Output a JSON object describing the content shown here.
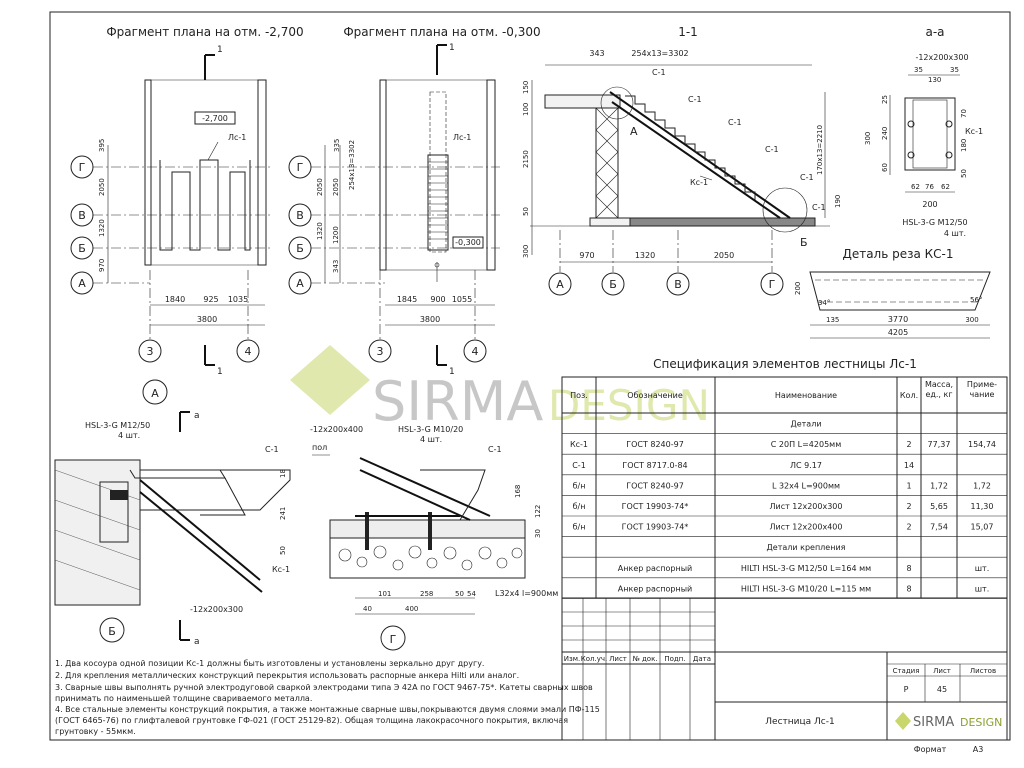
{
  "titles": {
    "plan1": "Фрагмент плана на отм. -2,700",
    "plan2": "Фрагмент плана на отм. -0,300",
    "sec11": "1-1",
    "secaa": "а-а",
    "detail": "Деталь реза КС-1",
    "nodeA": "А",
    "nodeB": "Б",
    "nodeG": "Г"
  },
  "axes": {
    "rows": [
      "Г",
      "В",
      "Б",
      "А"
    ],
    "cols": [
      "3",
      "4"
    ],
    "sec_cols": [
      "А",
      "Б",
      "В",
      "Г"
    ]
  },
  "dims": {
    "plan1_vert": [
      "395",
      "2050",
      "1320",
      "970"
    ],
    "plan1_horiz": [
      "1840",
      "925",
      "1035"
    ],
    "plan1_total": "3800",
    "plan1_level": "-2,700",
    "plan1_label": "Лс-1",
    "plan2_vert": [
      "335",
      "2050",
      "2050",
      "1320",
      "1200",
      "343"
    ],
    "plan2_stair": "254x13=3302",
    "plan2_horiz": [
      "1845",
      "900",
      "1055"
    ],
    "plan2_total": "3800",
    "plan2_level": "-0,300",
    "plan2_label": "Лс-1",
    "cut_mark": "1",
    "sec11_top": "254x13=3302",
    "sec11_top2": "343",
    "sec11_vert": [
      "150",
      "100",
      "2150",
      "50",
      "300"
    ],
    "sec11_right": "170x13=2210",
    "sec11_right2": "190",
    "sec11_horiz": [
      "970",
      "1320",
      "2050"
    ],
    "sec11_labels": [
      "С-1",
      "С-1",
      "С-1",
      "С-1",
      "С-1",
      "С-1",
      "Кс-1"
    ],
    "aa_top": "-12x200x300",
    "aa_dims_top": [
      "35",
      "130",
      "35"
    ],
    "aa_vert": [
      "25",
      "300",
      "240",
      "180",
      "60"
    ],
    "aa_right": [
      "70",
      "180",
      "50"
    ],
    "aa_bottom": [
      "62",
      "76",
      "62"
    ],
    "aa_total": "200",
    "aa_anchor": "HSL-3-G M12/50",
    "aa_anchor_qty": "4 шт.",
    "aa_ks": "Кс-1",
    "detail_dims": [
      "200",
      "34°",
      "56°",
      "135",
      "3770",
      "300",
      "4205"
    ],
    "nodeA_anchor": "HSL-3-G M12/50",
    "nodeA_qty": "4 шт.",
    "nodeA_labels": [
      "С-1",
      "Кс-1",
      "-12x200x300"
    ],
    "nodeA_dims": [
      "18",
      "241",
      "50"
    ],
    "nodeA_cut": "а",
    "nodeG_plate": "-12x200x400",
    "nodeG_anchor": "HSL-3-G M10/20",
    "nodeG_qty": "4 шт.",
    "nodeG_labels": [
      "С-1",
      "пол",
      "L32x4 l=900мм"
    ],
    "nodeG_dims": [
      "101",
      "258",
      "50",
      "54",
      "40",
      "400",
      "168",
      "122",
      "30"
    ]
  },
  "spec": {
    "title": "Спецификация элементов лестницы Лс-1",
    "headers": [
      "Поз.",
      "Обозначение",
      "Наименование",
      "Кол.",
      "Масса, ед., кг",
      "Приме-чание"
    ],
    "rows": [
      {
        "type": "section",
        "name": "Детали"
      },
      {
        "pos": "Кс-1",
        "doc": "ГОСТ 8240-97",
        "name": "С 20П   L=4205мм",
        "qty": "2",
        "mass": "77,37",
        "note": "154,74"
      },
      {
        "pos": "С-1",
        "doc": "ГОСТ 8717.0-84",
        "name": "ЛС 9.17",
        "qty": "14",
        "mass": "",
        "note": ""
      },
      {
        "pos": "б/н",
        "doc": "ГОСТ 8240-97",
        "name": "L 32x4    L=900мм",
        "qty": "1",
        "mass": "1,72",
        "note": "1,72"
      },
      {
        "pos": "б/н",
        "doc": "ГОСТ 19903-74*",
        "name": "Лист 12x200x300",
        "qty": "2",
        "mass": "5,65",
        "note": "11,30"
      },
      {
        "pos": "б/н",
        "doc": "ГОСТ 19903-74*",
        "name": "Лист 12x200x400",
        "qty": "2",
        "mass": "7,54",
        "note": "15,07"
      },
      {
        "type": "section",
        "name": "Детали крепления"
      },
      {
        "pos": "",
        "doc": "Анкер распорный",
        "name": "HILTI HSL-3-G M12/50 L=164 мм",
        "qty": "8",
        "mass": "",
        "note": "шт."
      },
      {
        "pos": "",
        "doc": "Анкер распорный",
        "name": "HILTI HSL-3-G M10/20 L=115 мм",
        "qty": "8",
        "mass": "",
        "note": "шт."
      }
    ]
  },
  "notes": [
    "1. Два косоура одной позиции Кс-1 должны быть изготовлены и установлены зеркально друг другу.",
    "2. Для крепления металлических конструкций перекрытия использовать распорные анкера Hilti или аналог.",
    "3. Сварные швы выполнять ручной электродуговой сваркой электродами типа Э 42А по ГОСТ 9467-75*. Катеты сварных швов",
    "принимать по наименьшей толщине свариваемого металла.",
    "4. Все стальные элементы конструкций покрытия, а также монтажные сварные швы,покрываются двумя слоями эмали ПФ-115",
    "(ГОСТ 6465-76) по глифталевой грунтовке ГФ-021 (ГОСТ 25129-82). Общая толщина лакокрасочного покрытия, включая",
    "грунтовку - 55мкм."
  ],
  "stamp": {
    "cols": [
      "Изм.",
      "Кол.уч.",
      "Лист",
      "№ док.",
      "Подп.",
      "Дата"
    ],
    "stage_h": "Стадия",
    "sheet_h": "Лист",
    "sheets_h": "Листов",
    "stage": "Р",
    "sheet": "45",
    "sheets": "",
    "title": "Лестница Лс-1",
    "format_label": "Формат",
    "format": "А3"
  },
  "logo": {
    "sirma": "SIRMA",
    "design": "DESIGN"
  },
  "colors": {
    "logo_green": "#c8d66b",
    "logo_grey": "#9a9a9a",
    "line": "#222222"
  }
}
